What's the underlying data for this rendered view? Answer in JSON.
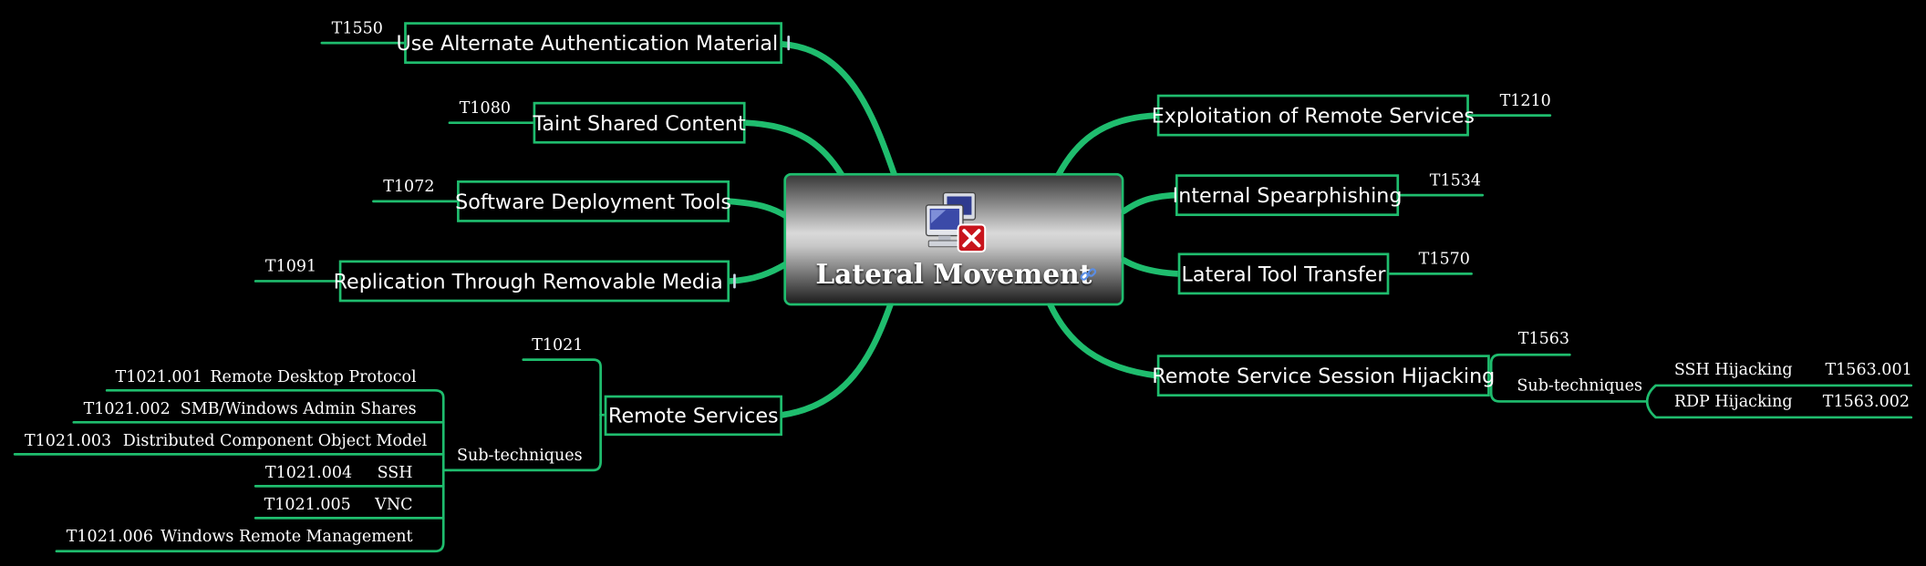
{
  "central": {
    "title": "Lateral Movement"
  },
  "left": {
    "alt_auth": {
      "label": "Use Alternate Authentication Material",
      "id": "T1550"
    },
    "taint": {
      "label": "Taint Shared Content",
      "id": "T1080"
    },
    "software_deploy": {
      "label": "Software Deployment Tools",
      "id": "T1072"
    },
    "replication": {
      "label": "Replication Through Removable Media",
      "id": "T1091"
    },
    "remote_services": {
      "label": "Remote Services",
      "id": "T1021",
      "sub_label": "Sub-techniques",
      "subs": [
        {
          "id": "T1021.001",
          "name": "Remote Desktop Protocol"
        },
        {
          "id": "T1021.002",
          "name": "SMB/Windows Admin Shares"
        },
        {
          "id": "T1021.003",
          "name": "Distributed Component Object Model"
        },
        {
          "id": "T1021.004",
          "name": "SSH"
        },
        {
          "id": "T1021.005",
          "name": "VNC"
        },
        {
          "id": "T1021.006",
          "name": "Windows Remote Management"
        }
      ]
    }
  },
  "right": {
    "exploitation": {
      "label": "Exploitation of Remote Services",
      "id": "T1210"
    },
    "spearphishing": {
      "label": "Internal Spearphishing",
      "id": "T1534"
    },
    "tool_transfer": {
      "label": "Lateral Tool Transfer",
      "id": "T1570"
    },
    "hijacking": {
      "label": "Remote Service Session Hijacking",
      "id": "T1563",
      "sub_label": "Sub-techniques",
      "subs": [
        {
          "name": "SSH Hijacking",
          "id": "T1563.001"
        },
        {
          "name": "RDP Hijacking",
          "id": "T1563.002"
        }
      ]
    }
  },
  "colors": {
    "branch": "#1fbd6e",
    "background": "#000000",
    "text": "#ffffff"
  },
  "icons": {
    "central": "networked-computers-error-icon",
    "link": "link-icon",
    "note": "info-icon"
  }
}
